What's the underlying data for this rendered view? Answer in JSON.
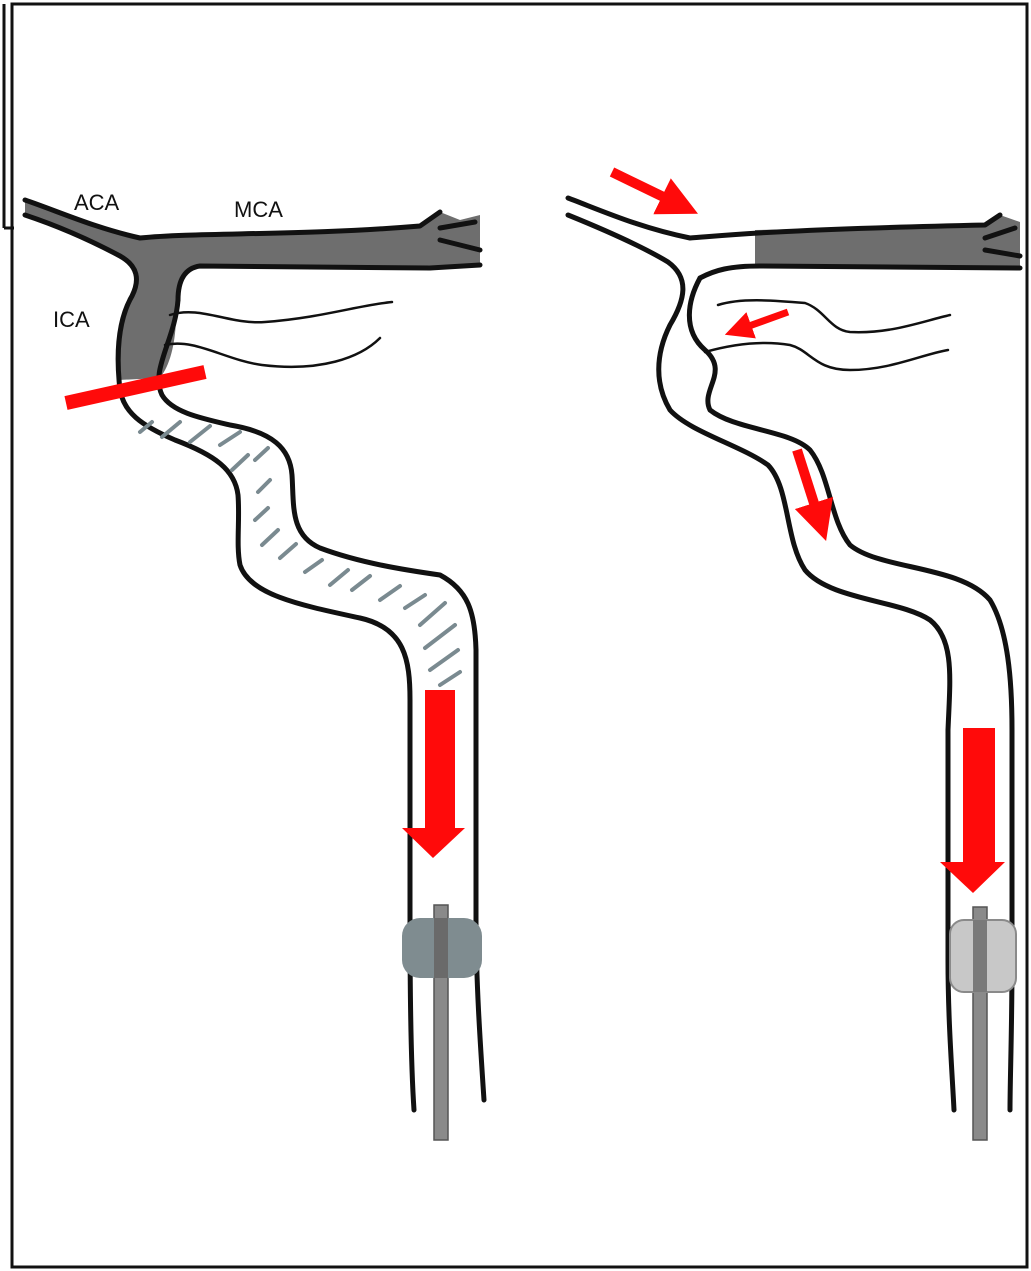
{
  "labels": {
    "aca": "ACA",
    "mca": "MCA",
    "ica": "ICA"
  },
  "colors": {
    "vessel_outline": "#111111",
    "occlusion_fill": "#6e6e6e",
    "hatch": "#7a8a90",
    "arrow": "#ff0a0a",
    "balloon_inflated": "#7f8c90",
    "balloon_deflated": "#c8c8c8",
    "catheter": "#8a8a8a"
  }
}
